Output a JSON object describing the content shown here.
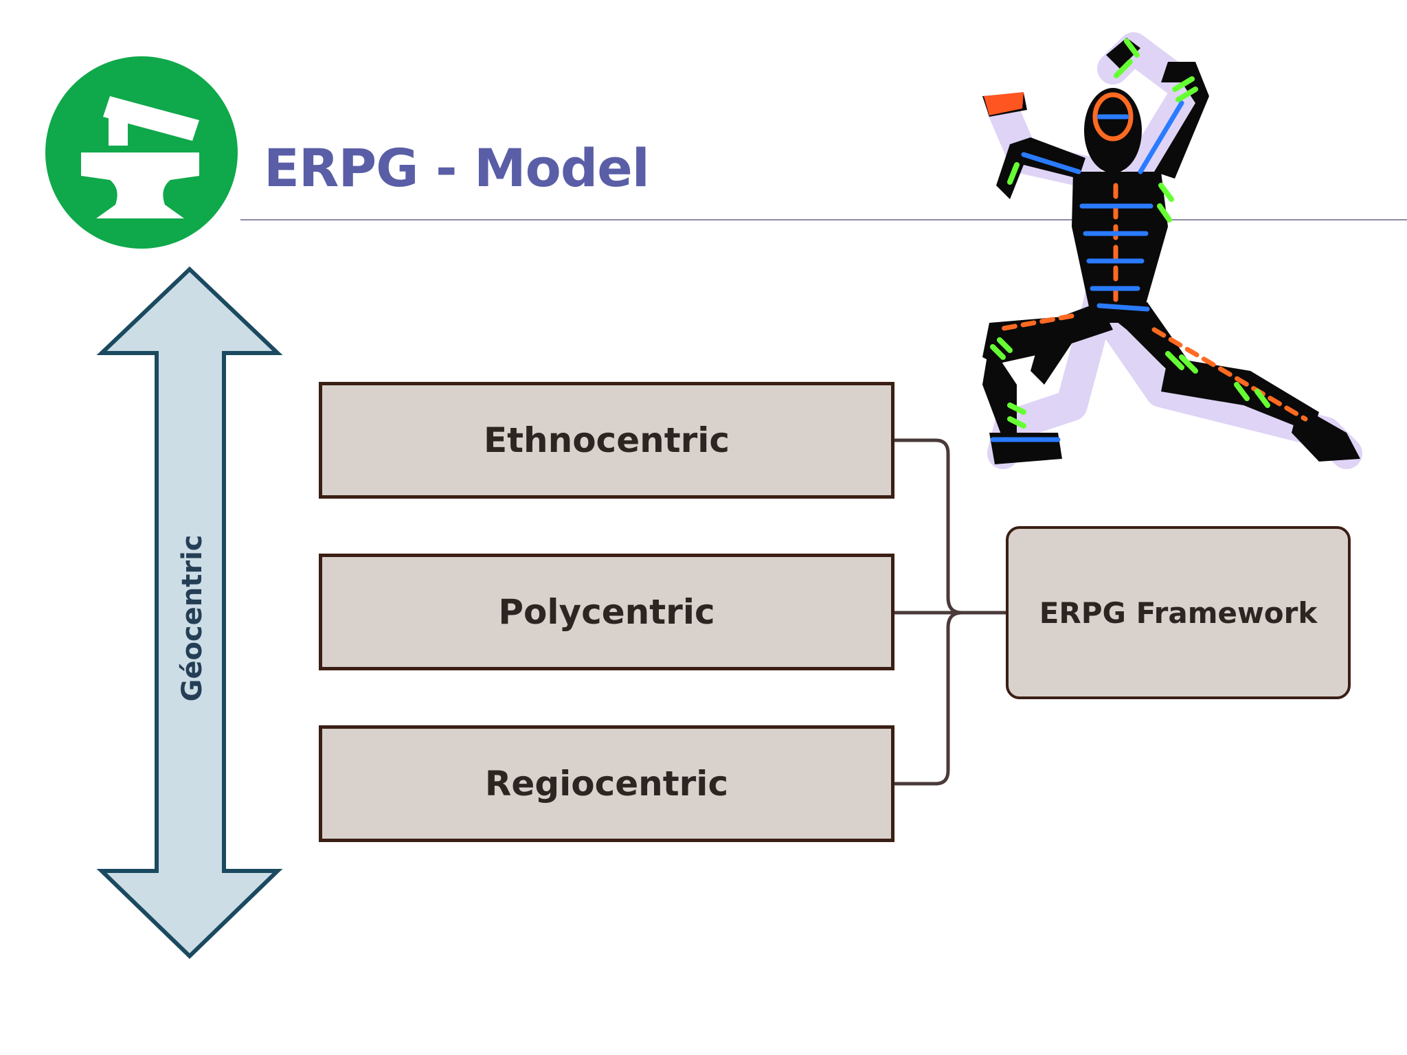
{
  "title": "ERPG - Model",
  "axis_label": "Géocentric",
  "orientations": [
    "Ethnocentric",
    "Polycentric",
    "Regiocentric"
  ],
  "framework_label": "ERPG Framework",
  "icons": {
    "logo": "anvil-hammer-icon",
    "figure": "glowing-dancer-figure"
  },
  "colors": {
    "title": "#5a5ea6",
    "logo_bg": "#0fa84a",
    "box_fill": "#d9d2cc",
    "box_border": "#3b1f14",
    "arrow_fill": "#ccdde6",
    "arrow_stroke": "#1b4a60",
    "connector": "#4a3a3a"
  }
}
